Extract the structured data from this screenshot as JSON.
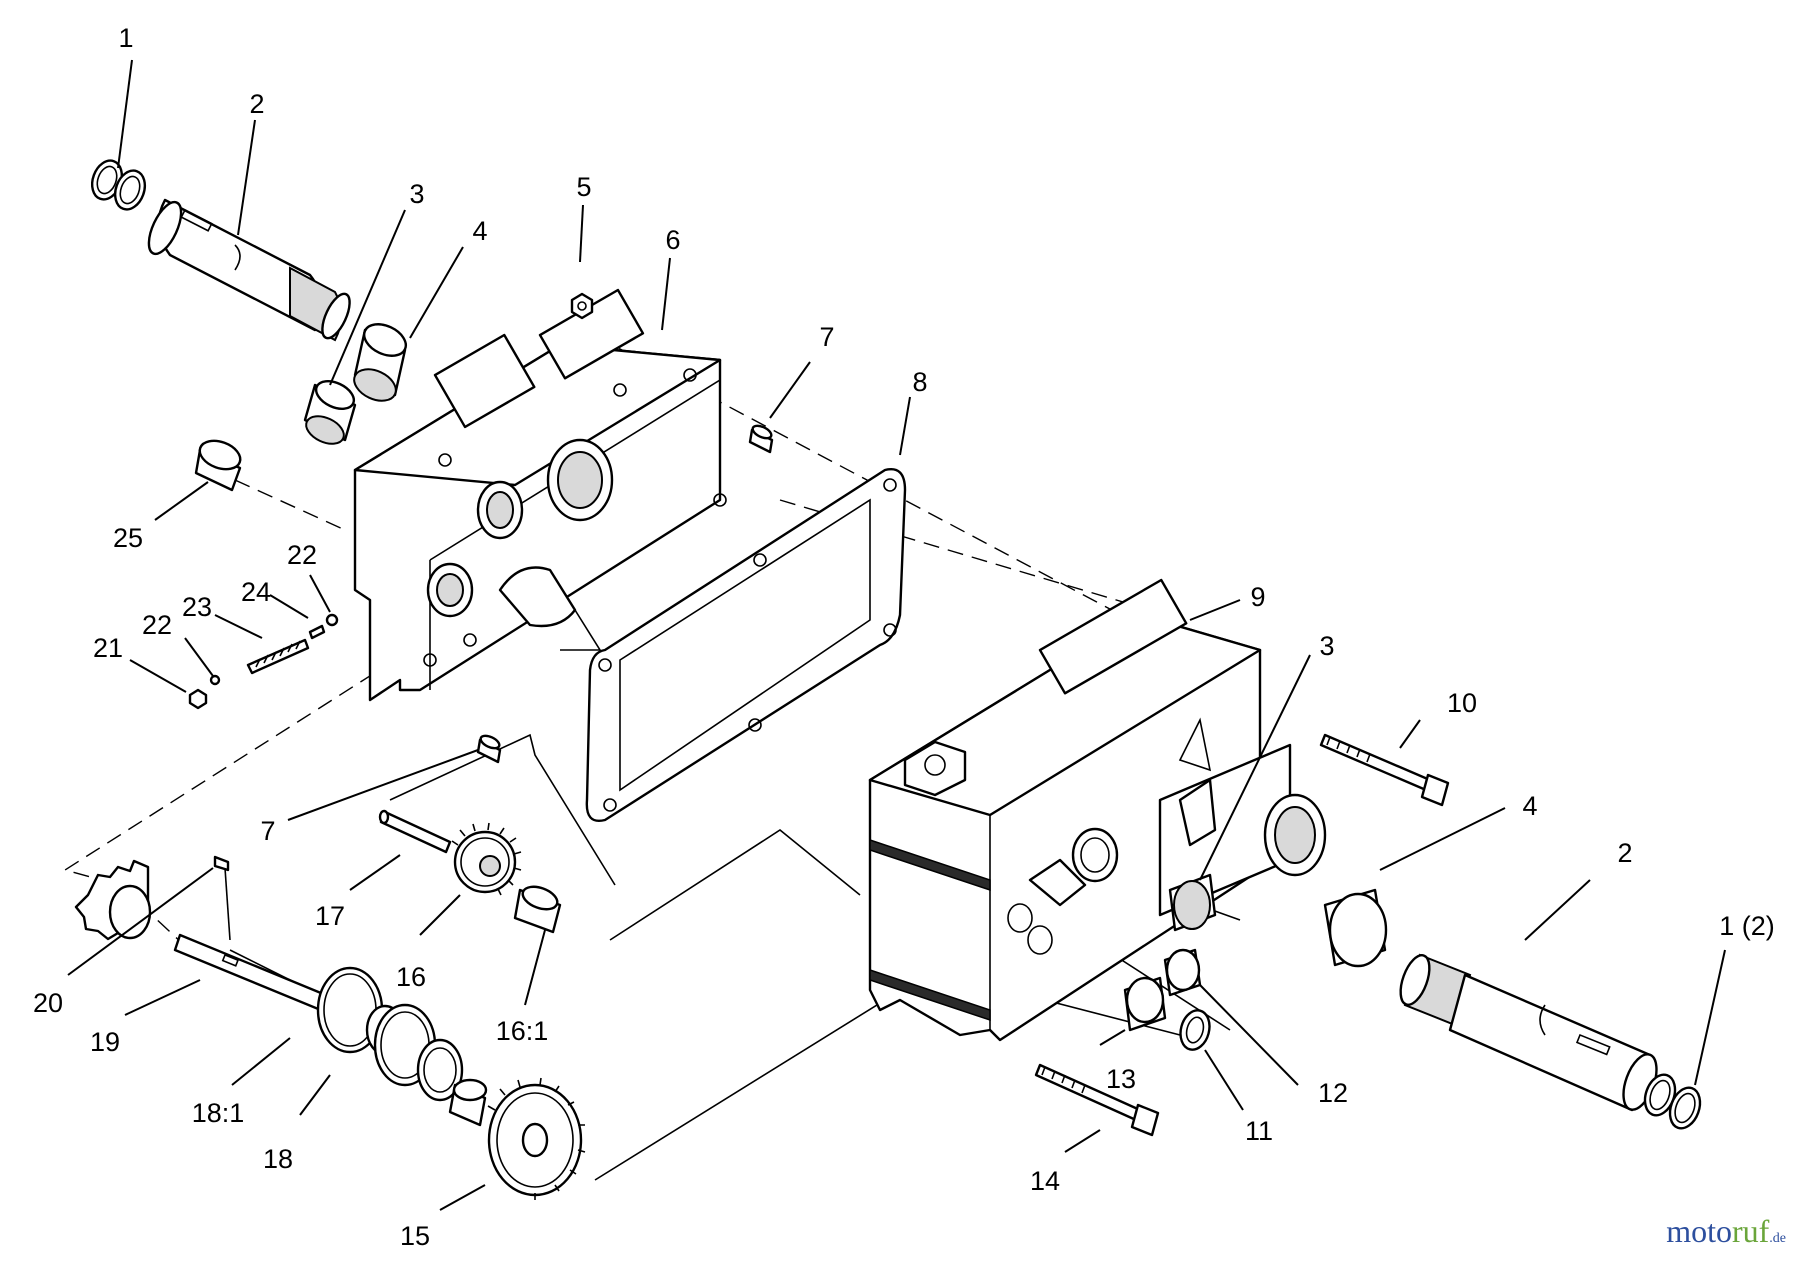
{
  "callouts": [
    {
      "id": "c1a",
      "text": "1"
    },
    {
      "id": "c2a",
      "text": "2"
    },
    {
      "id": "c3a",
      "text": "3"
    },
    {
      "id": "c4a",
      "text": "4"
    },
    {
      "id": "c5",
      "text": "5"
    },
    {
      "id": "c6",
      "text": "6"
    },
    {
      "id": "c7a",
      "text": "7"
    },
    {
      "id": "c8",
      "text": "8"
    },
    {
      "id": "c25",
      "text": "25"
    },
    {
      "id": "c22a",
      "text": "22"
    },
    {
      "id": "c24",
      "text": "24"
    },
    {
      "id": "c23",
      "text": "23"
    },
    {
      "id": "c22b",
      "text": "22"
    },
    {
      "id": "c21",
      "text": "21"
    },
    {
      "id": "c7b",
      "text": "7"
    },
    {
      "id": "c9",
      "text": "9"
    },
    {
      "id": "c3b",
      "text": "3"
    },
    {
      "id": "c10",
      "text": "10"
    },
    {
      "id": "c4b",
      "text": "4"
    },
    {
      "id": "c2b",
      "text": "2"
    },
    {
      "id": "c1b",
      "text": "1 (2)"
    },
    {
      "id": "c17",
      "text": "17"
    },
    {
      "id": "c16",
      "text": "16"
    },
    {
      "id": "c16_1",
      "text": "16:1"
    },
    {
      "id": "c20",
      "text": "20"
    },
    {
      "id": "c19",
      "text": "19"
    },
    {
      "id": "c18_1",
      "text": "18:1"
    },
    {
      "id": "c18",
      "text": "18"
    },
    {
      "id": "c15",
      "text": "15"
    },
    {
      "id": "c13",
      "text": "13"
    },
    {
      "id": "c12",
      "text": "12"
    },
    {
      "id": "c11",
      "text": "11"
    },
    {
      "id": "c14",
      "text": "14"
    }
  ],
  "watermark": {
    "brand_main": "moto",
    "brand_accent": "ruf",
    "tld": ".de"
  }
}
